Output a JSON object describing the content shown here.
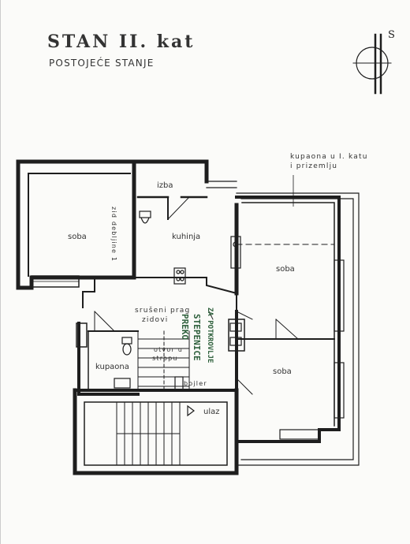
{
  "header": {
    "title": "STAN II. kat",
    "subtitle": "POSTOJEĆE STANJE",
    "north_symbol": "S"
  },
  "rooms": {
    "soba_left": "soba",
    "izba": "izba",
    "kuhinja": "kuhinja",
    "soba_upper_right": "soba",
    "soba_lower_right": "soba",
    "kupaona": "kupaona",
    "ulaz": "ulaz"
  },
  "annotations": {
    "kupaona_note_line1": "kupaona u I. katu",
    "kupaona_note_line2": "i prizemlju",
    "wall_note": "zid debljine 1",
    "demolished_line1": "srušeni prag",
    "demolished_line2": "zidovi",
    "otvor_line1": "otvor u",
    "otvor_line2": "stropu",
    "bojler": "bojler",
    "handwritten_1": "PREKO",
    "handwritten_2": "STEPENICE",
    "handwritten_3": "ZA POTKROVLJE"
  },
  "icons": {
    "north": "north-arrow-icon",
    "stove": "stove-icon",
    "sink": "sink-icon",
    "toilet": "toilet-icon",
    "basin": "washbasin-icon",
    "entry": "entry-arrow-icon"
  }
}
